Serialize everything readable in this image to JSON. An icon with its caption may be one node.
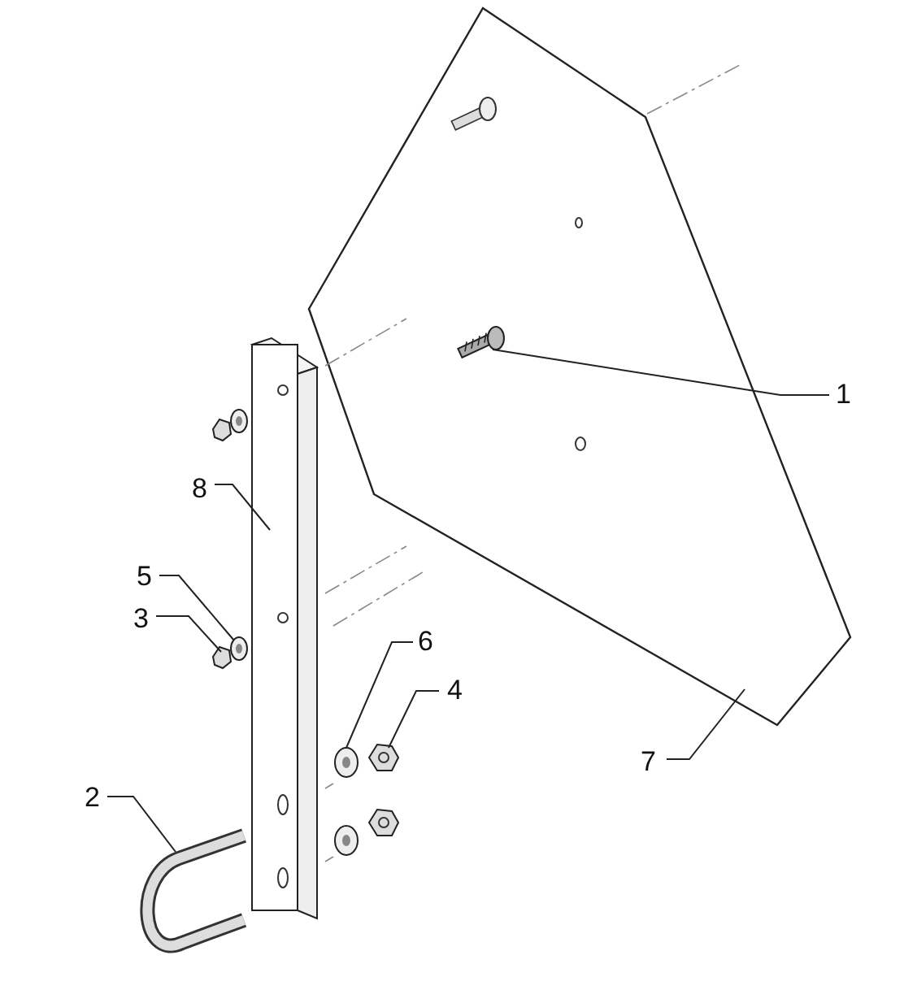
{
  "diagram": {
    "nodes": [
      {
        "text": [
          "1"
        ]
      },
      {
        "text": [
          "2"
        ]
      },
      {
        "text": [
          "3"
        ]
      },
      {
        "text": [
          "4"
        ]
      },
      {
        "text": [
          "5"
        ]
      },
      {
        "text": [
          "6"
        ]
      },
      {
        "text": [
          "7"
        ]
      },
      {
        "text": [
          "8"
        ]
      },
      {
        "text": [],
        "shape": "picture"
      },
      {
        "text": [],
        "shape": "picture",
        "in": 8
      },
      {
        "text": [],
        "shape": "picture"
      },
      {
        "text": [],
        "shape": "picture"
      },
      {
        "text": [],
        "shape": "picture"
      },
      {
        "text": [],
        "shape": "picture"
      },
      {
        "text": [],
        "shape": "picture"
      },
      {
        "text": [],
        "shape": "picture"
      }
    ],
    "edges": [
      {
        "from": 0,
        "to": 9,
        "arrow": "none"
      },
      {
        "from": 1,
        "to": 15,
        "arrow": "none"
      },
      {
        "from": 2,
        "to": 12,
        "arrow": "none"
      },
      {
        "from": 3,
        "to": 14,
        "arrow": "none"
      },
      {
        "from": 4,
        "to": 11,
        "arrow": "none"
      },
      {
        "from": 5,
        "to": 13,
        "arrow": "none"
      },
      {
        "from": 6,
        "to": 8,
        "arrow": "none"
      },
      {
        "from": 7,
        "to": 10,
        "arrow": "none"
      }
    ]
  }
}
